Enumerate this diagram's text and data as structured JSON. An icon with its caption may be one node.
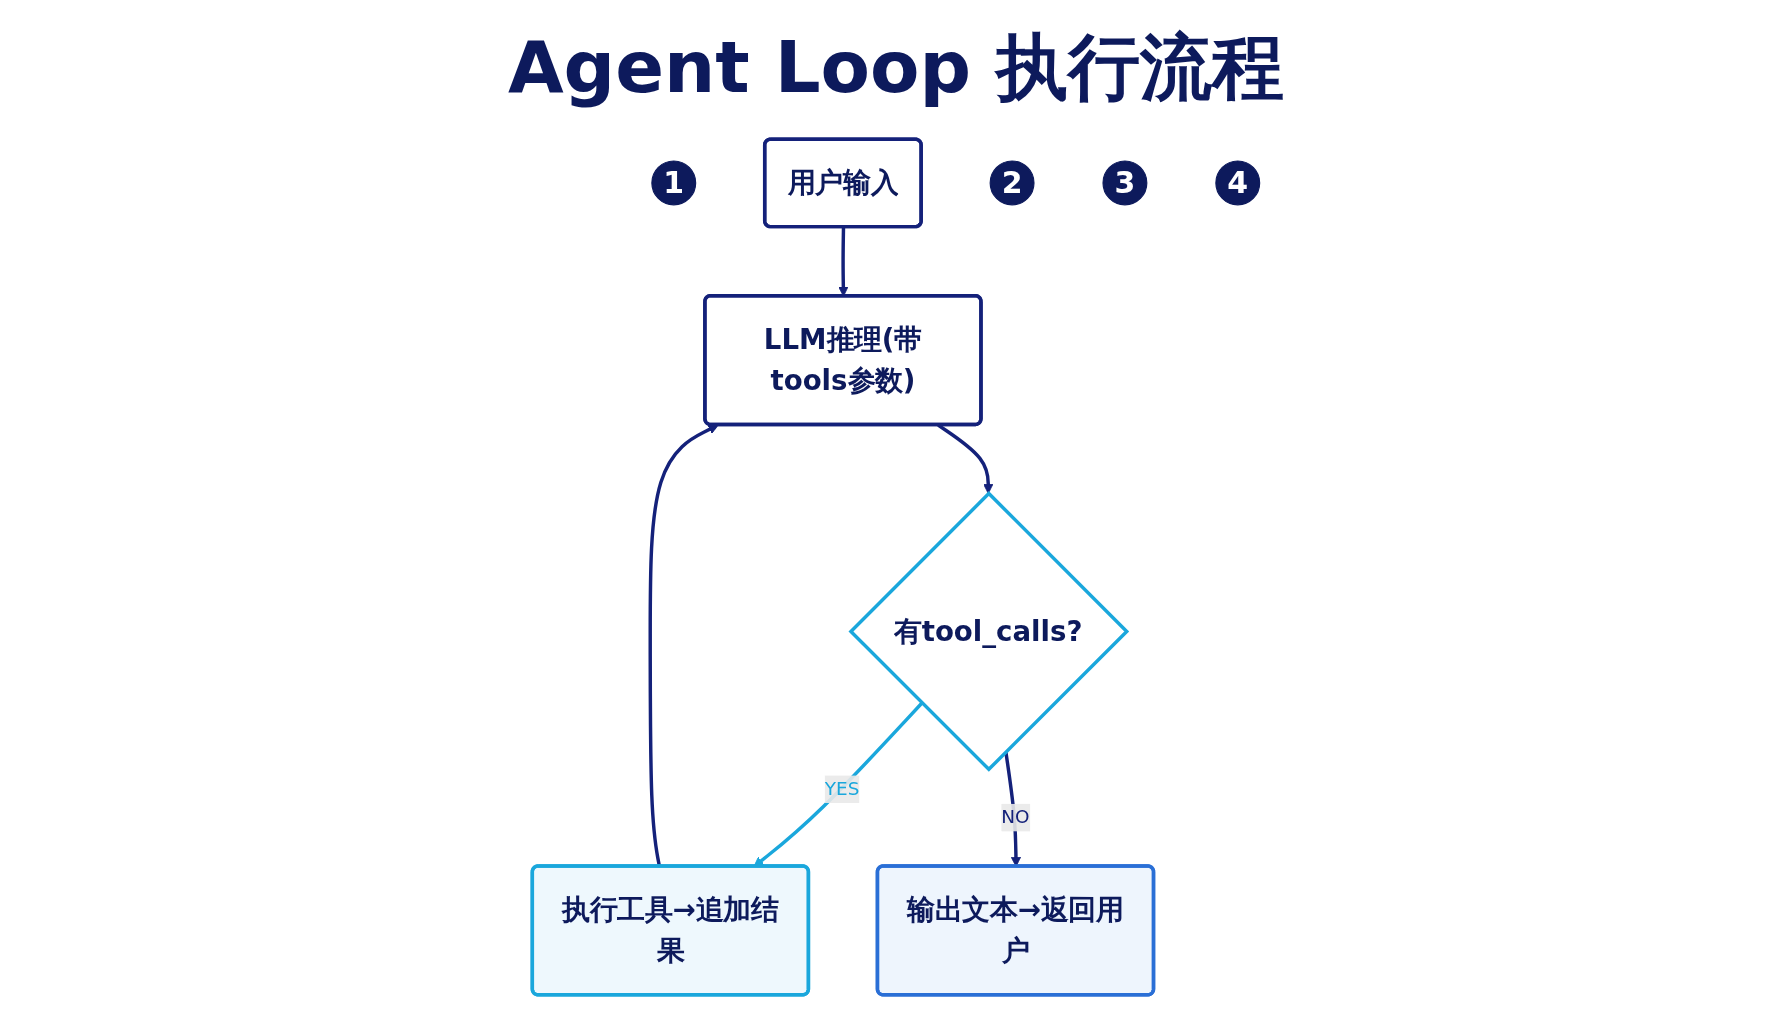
{
  "diagram": {
    "title": "Agent Loop 执行流程",
    "nodes": [
      {
        "text": [
          "1"
        ]
      },
      {
        "text": [
          "用户输入"
        ]
      },
      {
        "text": [
          "2"
        ]
      },
      {
        "text": [
          "LLM推理(带tools参数)"
        ]
      },
      {
        "text": [
          "3"
        ]
      },
      {
        "text": [
          "有tool_calls?"
        ]
      },
      {
        "text": [
          "执行工具→追加结果"
        ]
      },
      {
        "text": [
          "4"
        ]
      },
      {
        "text": [
          "输出文本→返回用户"
        ]
      }
    ],
    "edges": [
      {
        "from": 1,
        "to": 3,
        "arrow": "to"
      },
      {
        "from": 3,
        "to": 5,
        "arrow": "to"
      },
      {
        "from": 5,
        "to": 6,
        "arrow": "to",
        "label": "YES",
        "color": "#1aa7dc"
      },
      {
        "from": 6,
        "to": 3,
        "arrow": "to"
      },
      {
        "from": 5,
        "to": 8,
        "arrow": "to",
        "label": "NO"
      }
    ]
  }
}
